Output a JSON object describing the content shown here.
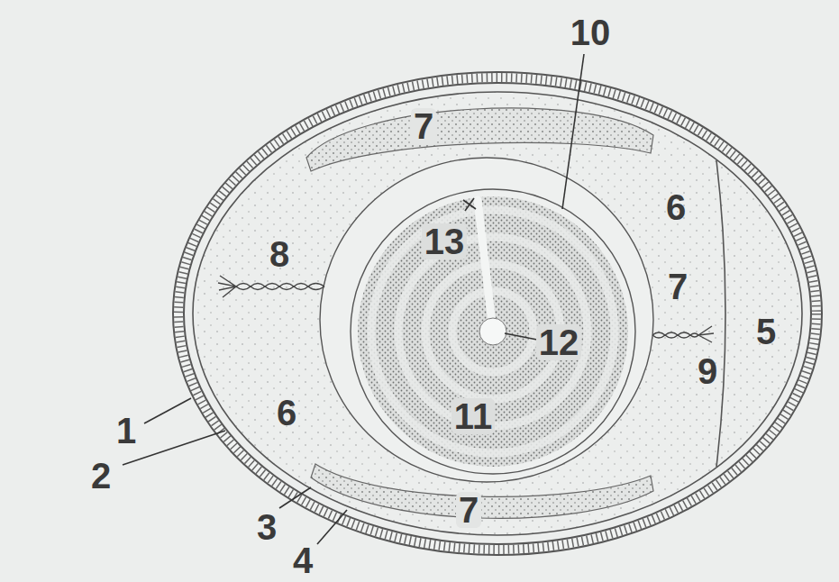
{
  "diagram": {
    "labels": [
      "10",
      "7",
      "6",
      "13",
      "8",
      "7",
      "12",
      "5",
      "9",
      "1",
      "6",
      "11",
      "2",
      "3",
      "7",
      "4"
    ]
  }
}
